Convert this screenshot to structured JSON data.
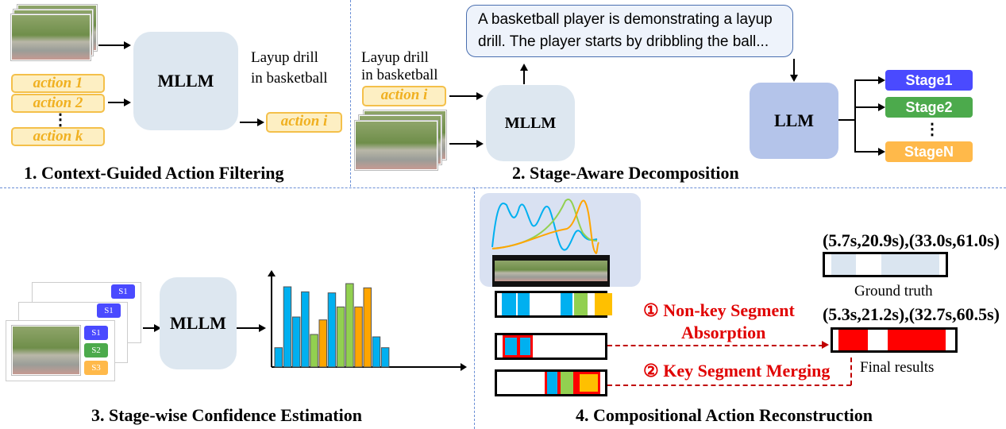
{
  "panel1": {
    "title": "1. Context-Guided Action Filtering",
    "actions": [
      "action 1",
      "action 2",
      "⋮",
      "action k"
    ],
    "model": "MLLM",
    "query_line1": "Layup drill",
    "query_line2": "in basketball",
    "output": "action i"
  },
  "panel2": {
    "title": "2. Stage-Aware Decomposition",
    "query_line1": "Layup drill",
    "query_line2": "in basketball",
    "action": "action i",
    "model": "MLLM",
    "description": "A basketball player is demonstrating a layup drill. The player starts by dribbling the ball...",
    "llm": "LLM",
    "stages": [
      "Stage1",
      "Stage2",
      "StageN"
    ],
    "ellipsis": "⋮",
    "stage_colors": [
      "#4a4aff",
      "#4caa4c",
      "#ffb94a"
    ]
  },
  "panel3": {
    "title": "3. Stage-wise Confidence Estimation",
    "stages": [
      "S1",
      "S2",
      "S3"
    ],
    "model": "MLLM",
    "chart_data": {
      "type": "bar",
      "values": [
        73,
        303,
        189,
        284,
        123,
        178,
        280,
        227,
        315,
        227,
        299,
        114,
        73
      ],
      "colors": [
        "blue",
        "blue",
        "blue",
        "blue",
        "green",
        "orange",
        "blue",
        "green",
        "green",
        "orange",
        "orange",
        "blue",
        "blue"
      ]
    }
  },
  "panel4": {
    "title": "4. Compositional Action Reconstruction",
    "step1_line1": "① Non-key Segment",
    "step1_line2": "Absorption",
    "step2": "② Key Segment Merging",
    "gt_label": "(5.7s,20.9s),(33.0s,61.0s)",
    "gt_caption": "Ground truth",
    "result_label": "(5.3s,21.2s),(32.7s,60.5s)",
    "result_caption": "Final results"
  },
  "colors": {
    "blue": "#00b0f0",
    "green": "#92d050",
    "orange": "#ffa500",
    "red": "#ff0000",
    "box": "#dde7f0"
  }
}
